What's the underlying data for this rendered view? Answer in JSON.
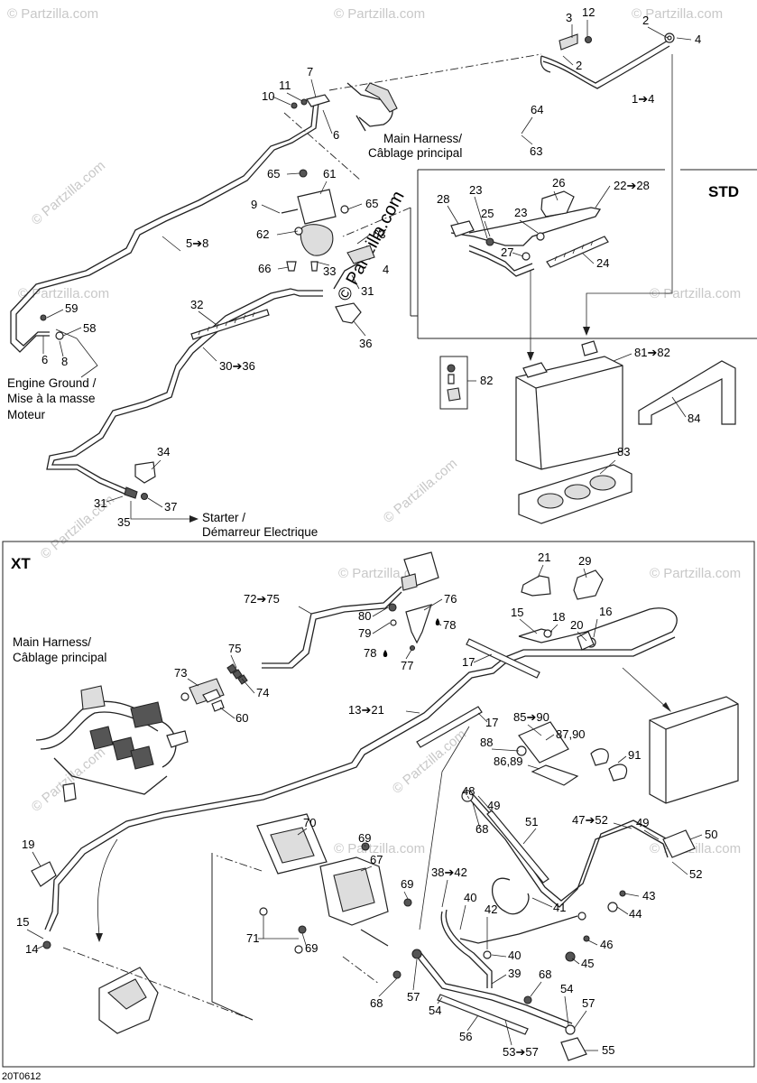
{
  "sections": {
    "std": "STD",
    "xt": "XT"
  },
  "notes": {
    "main_harness_top_1": "Main Harness/",
    "main_harness_top_2": "Câblage principal",
    "engine_ground_1": "Engine Ground /",
    "engine_ground_2": "Mise à la masse",
    "engine_ground_3": "Moteur",
    "starter_1": "Starter /",
    "starter_2": "Démarreur Electrique",
    "main_harness_xt_1": "Main Harness/",
    "main_harness_xt_2": "Câblage principal"
  },
  "figure_code": "20T0612",
  "watermarks": {
    "center": "© Partzilla.com",
    "tile": "© Partzilla.com"
  },
  "callouts": {
    "c3": "3",
    "c12": "12",
    "c2a": "2",
    "c4": "4",
    "c2b": "2",
    "c1to4": "1➔4",
    "c7": "7",
    "c11": "11",
    "c10": "10",
    "c6a": "6",
    "c64": "64",
    "c63a": "63",
    "c65a": "65",
    "c61": "61",
    "c65b": "65",
    "c9": "9",
    "c62": "62",
    "c63b": "63",
    "c66": "66",
    "c33": "33",
    "c4b": "4",
    "c31a": "31",
    "c5to8": "5➔8",
    "c32": "32",
    "c36": "36",
    "c30to36": "30➔36",
    "c59": "59",
    "c58": "58",
    "c6b": "6",
    "c8": "8",
    "c34": "34",
    "c31b": "31",
    "c37": "37",
    "c35": "35",
    "c26": "26",
    "c22to28": "22➔28",
    "c28": "28",
    "c23a": "23",
    "c25": "25",
    "c23b": "23",
    "c27": "27",
    "c24": "24",
    "c81to82": "81➔82",
    "c82": "82",
    "c84": "84",
    "c83": "83",
    "c21": "21",
    "c29": "29",
    "c72to75": "72➔75",
    "c76": "76",
    "c80": "80",
    "c79": "79",
    "c78a": "78",
    "c78b": "78",
    "c77": "77",
    "c15a": "15",
    "c18": "18",
    "c20": "20",
    "c16": "16",
    "c17a": "17",
    "c75": "75",
    "c73": "73",
    "c74": "74",
    "c60": "60",
    "c13to21": "13➔21",
    "c17b": "17",
    "c85to90": "85➔90",
    "c87_90": "87,90",
    "c88": "88",
    "c91": "91",
    "c86_89": "86,89",
    "c48": "48",
    "c49a": "49",
    "c51": "51",
    "c47to52": "47➔52",
    "c49b": "49",
    "c50": "50",
    "c68a": "68",
    "c52": "52",
    "c19": "19",
    "c70": "70",
    "c69a": "69",
    "c67": "67",
    "c69b": "69",
    "c38to42": "38➔42",
    "c40a": "40",
    "c42": "42",
    "c41": "41",
    "c43": "43",
    "c44": "44",
    "c46": "46",
    "c45": "45",
    "c15b": "15",
    "c14": "14",
    "c71": "71",
    "c69c": "69",
    "c40b": "40",
    "c39": "39",
    "c68b": "68",
    "c68c": "68",
    "c57a": "57",
    "c54a": "54",
    "c54b": "54",
    "c57b": "57",
    "c56": "56",
    "c53to57": "53➔57",
    "c55": "55"
  }
}
